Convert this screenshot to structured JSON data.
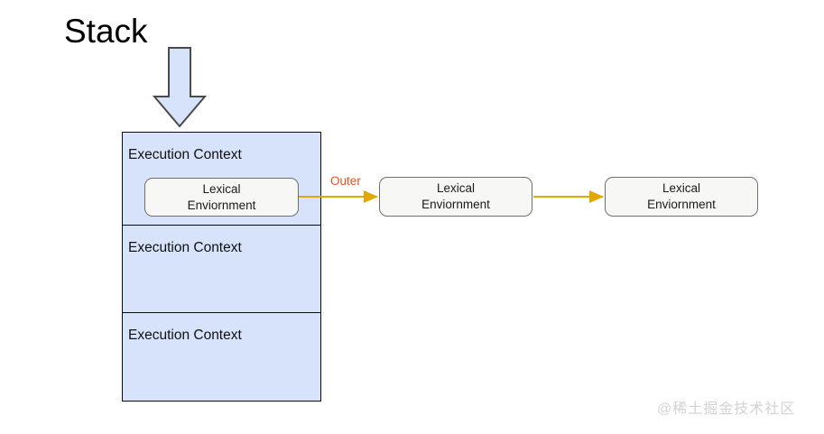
{
  "diagram": {
    "title": "Stack",
    "watermark": "@稀土掘金技术社区",
    "colors": {
      "stack_fill": "#d7e3fa",
      "stack_border": "#0b0b0b",
      "lexical_fill": "#f7f7f5",
      "lexical_border": "#6f6f6f",
      "arrow": "#e3a700",
      "outer_label": "#e0551d",
      "watermark": "#d2d2d2",
      "background": "#ffffff"
    },
    "down_arrow": {
      "name": "push-arrow",
      "direction": "down",
      "fill": "#d7e3fa",
      "stroke": "#555555"
    },
    "stack": {
      "label": "Stack",
      "frames": [
        {
          "label": "Execution  Context",
          "lexical_environment": {
            "line1": "Lexical",
            "line2": "Enviornment"
          }
        },
        {
          "label": "Execution  Context",
          "lexical_environment": null
        },
        {
          "label": "Execution  Context",
          "lexical_environment": null
        }
      ]
    },
    "scope_chain": {
      "edge_label": "Outer",
      "nodes": [
        {
          "line1": "Lexical",
          "line2": "Enviornment"
        },
        {
          "line1": "Lexical",
          "line2": "Enviornment"
        }
      ]
    }
  }
}
